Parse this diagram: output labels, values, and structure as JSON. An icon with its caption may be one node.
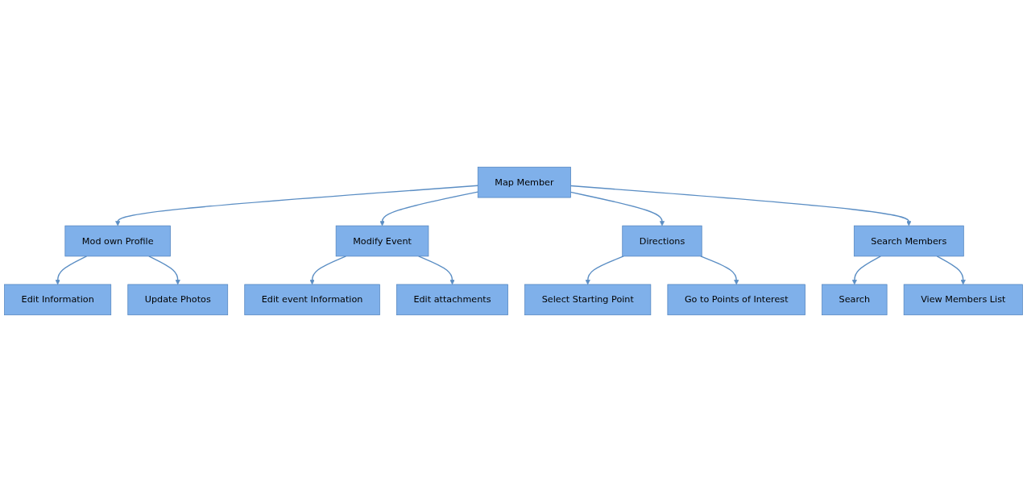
{
  "diagram": {
    "nodes": [
      {
        "text": [
          "Map Member"
        ]
      },
      {
        "text": [
          "Mod own Profile"
        ]
      },
      {
        "text": [
          "Modify Event"
        ]
      },
      {
        "text": [
          "Directions"
        ]
      },
      {
        "text": [
          "Search Members"
        ]
      },
      {
        "text": [
          "Edit Information"
        ]
      },
      {
        "text": [
          "Update Photos"
        ]
      },
      {
        "text": [
          "Edit event Information"
        ]
      },
      {
        "text": [
          "Edit attachments"
        ]
      },
      {
        "text": [
          "Select Starting Point"
        ]
      },
      {
        "text": [
          "Go to Points of Interest"
        ]
      },
      {
        "text": [
          "Search"
        ]
      },
      {
        "text": [
          "View Members List"
        ]
      }
    ],
    "edges": [
      {
        "from": 0,
        "to": 1,
        "arrow": "to"
      },
      {
        "from": 0,
        "to": 2,
        "arrow": "to"
      },
      {
        "from": 0,
        "to": 3,
        "arrow": "to"
      },
      {
        "from": 0,
        "to": 4,
        "arrow": "to"
      },
      {
        "from": 1,
        "to": 5,
        "arrow": "to"
      },
      {
        "from": 1,
        "to": 6,
        "arrow": "to"
      },
      {
        "from": 2,
        "to": 7,
        "arrow": "to"
      },
      {
        "from": 2,
        "to": 8,
        "arrow": "to"
      },
      {
        "from": 3,
        "to": 9,
        "arrow": "to"
      },
      {
        "from": 3,
        "to": 10,
        "arrow": "to"
      },
      {
        "from": 4,
        "to": 11,
        "arrow": "to"
      },
      {
        "from": 4,
        "to": 12,
        "arrow": "to"
      }
    ]
  }
}
